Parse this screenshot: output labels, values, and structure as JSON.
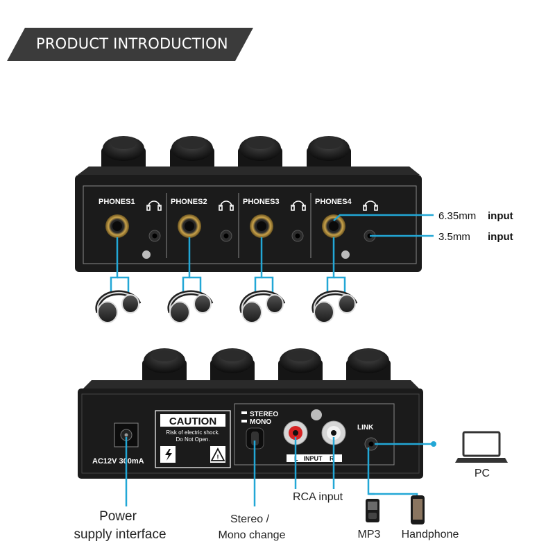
{
  "banner": {
    "title": "PRODUCT INTRODUCTION"
  },
  "front_panel": {
    "channels": [
      "PHONES1",
      "PHONES2",
      "PHONES3",
      "PHONES4"
    ],
    "callouts": {
      "jack_635_size": "6.35mm",
      "jack_635_word": "input",
      "jack_35_size": "3.5mm",
      "jack_35_word": "input"
    }
  },
  "rear_panel": {
    "caution_title": "CAUTION",
    "caution_line1": "Risk of electric shock.",
    "caution_line2": "Do Not Open.",
    "power_rating": "AC12V 300mA",
    "stereo_label": "STEREO",
    "mono_label": "MONO",
    "input_left": "L",
    "input_word": "INPUT",
    "input_right": "R",
    "link_label": "LINK"
  },
  "labels": {
    "power_line1": "Power",
    "power_line2": "supply interface",
    "stereo_line1": "Stereo /",
    "stereo_line2": "Mono change",
    "rca": "RCA input",
    "mp3": "MP3",
    "handphone": "Handphone",
    "pc": "PC"
  },
  "colors": {
    "accent": "#22a7d6",
    "device": "#1b1b1b",
    "banner": "#3b3b3b"
  }
}
